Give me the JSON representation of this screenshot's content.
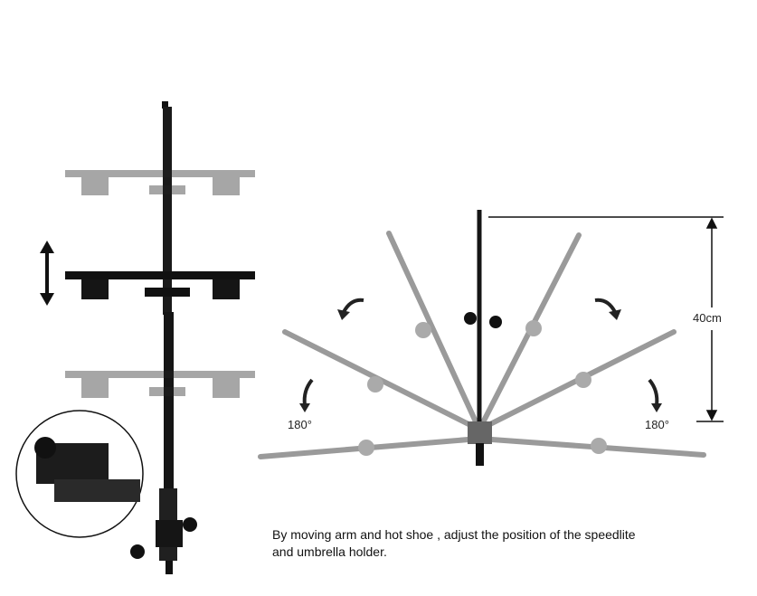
{
  "dimension_label": "40cm",
  "angle_left": "180°",
  "angle_right": "180°",
  "caption_line1": "By moving arm and hot shoe , adjust the position of the speedlite",
  "caption_line2": "and umbrella holder.",
  "colors": {
    "pole": "#151515",
    "faded": "#9a9a9a"
  }
}
